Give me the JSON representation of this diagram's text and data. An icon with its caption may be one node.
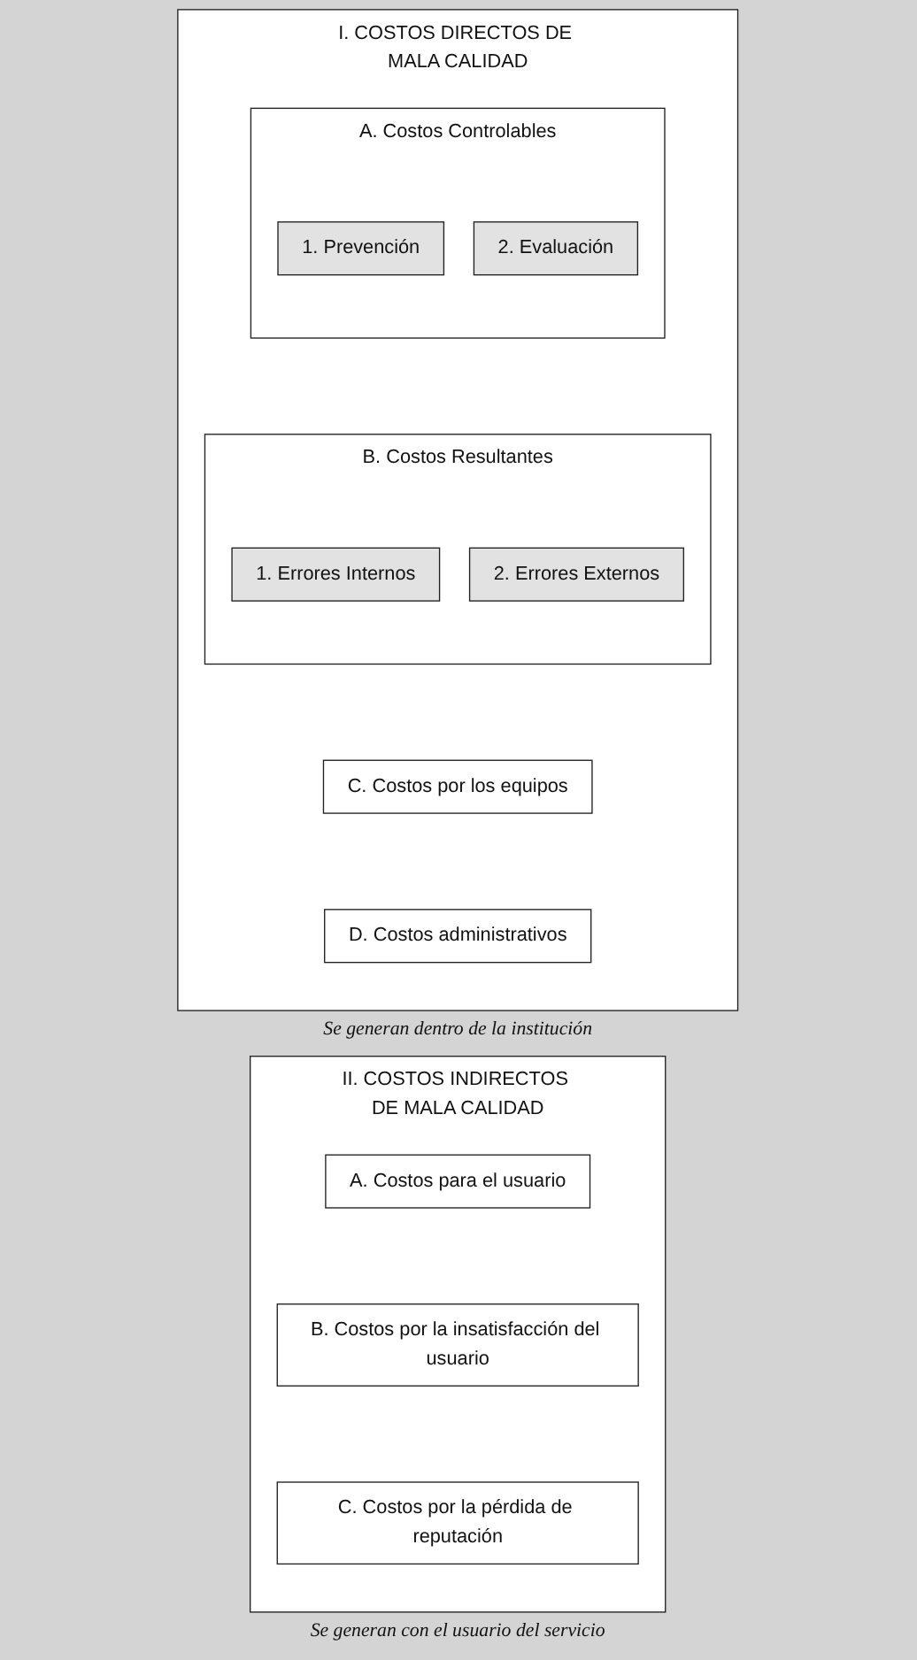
{
  "diagram": {
    "nodes": [
      {
        "text": [
          "I. COSTOS DIRECTOS DE MALA CALIDAD"
        ],
        "beside": [
          "Se generan dentro de la institución"
        ]
      },
      {
        "text": [
          "A. Costos Controlables"
        ],
        "in": 0
      },
      {
        "text": [
          "1. Prevención"
        ],
        "in": 1
      },
      {
        "text": [
          "2. Evaluación"
        ],
        "in": 1
      },
      {
        "text": [
          "B. Costos Resultantes"
        ],
        "in": 0
      },
      {
        "text": [
          "1. Errores Internos"
        ],
        "in": 4
      },
      {
        "text": [
          "2. Errores Externos"
        ],
        "in": 4
      },
      {
        "text": [
          "C. Costos por los equipos"
        ],
        "in": 0
      },
      {
        "text": [
          "D. Costos administrativos"
        ],
        "in": 0
      },
      {
        "text": [
          "II. COSTOS INDIRECTOS DE MALA CALIDAD"
        ],
        "beside": [
          "Se generan con el usuario del servicio"
        ]
      },
      {
        "text": [
          "A. Costos para el usuario"
        ],
        "in": 9
      },
      {
        "text": [
          "B. Costos por la insatisfacción del usuario"
        ],
        "in": 9
      },
      {
        "text": [
          "C. Costos por la pérdida de reputación"
        ],
        "in": 9
      }
    ]
  }
}
